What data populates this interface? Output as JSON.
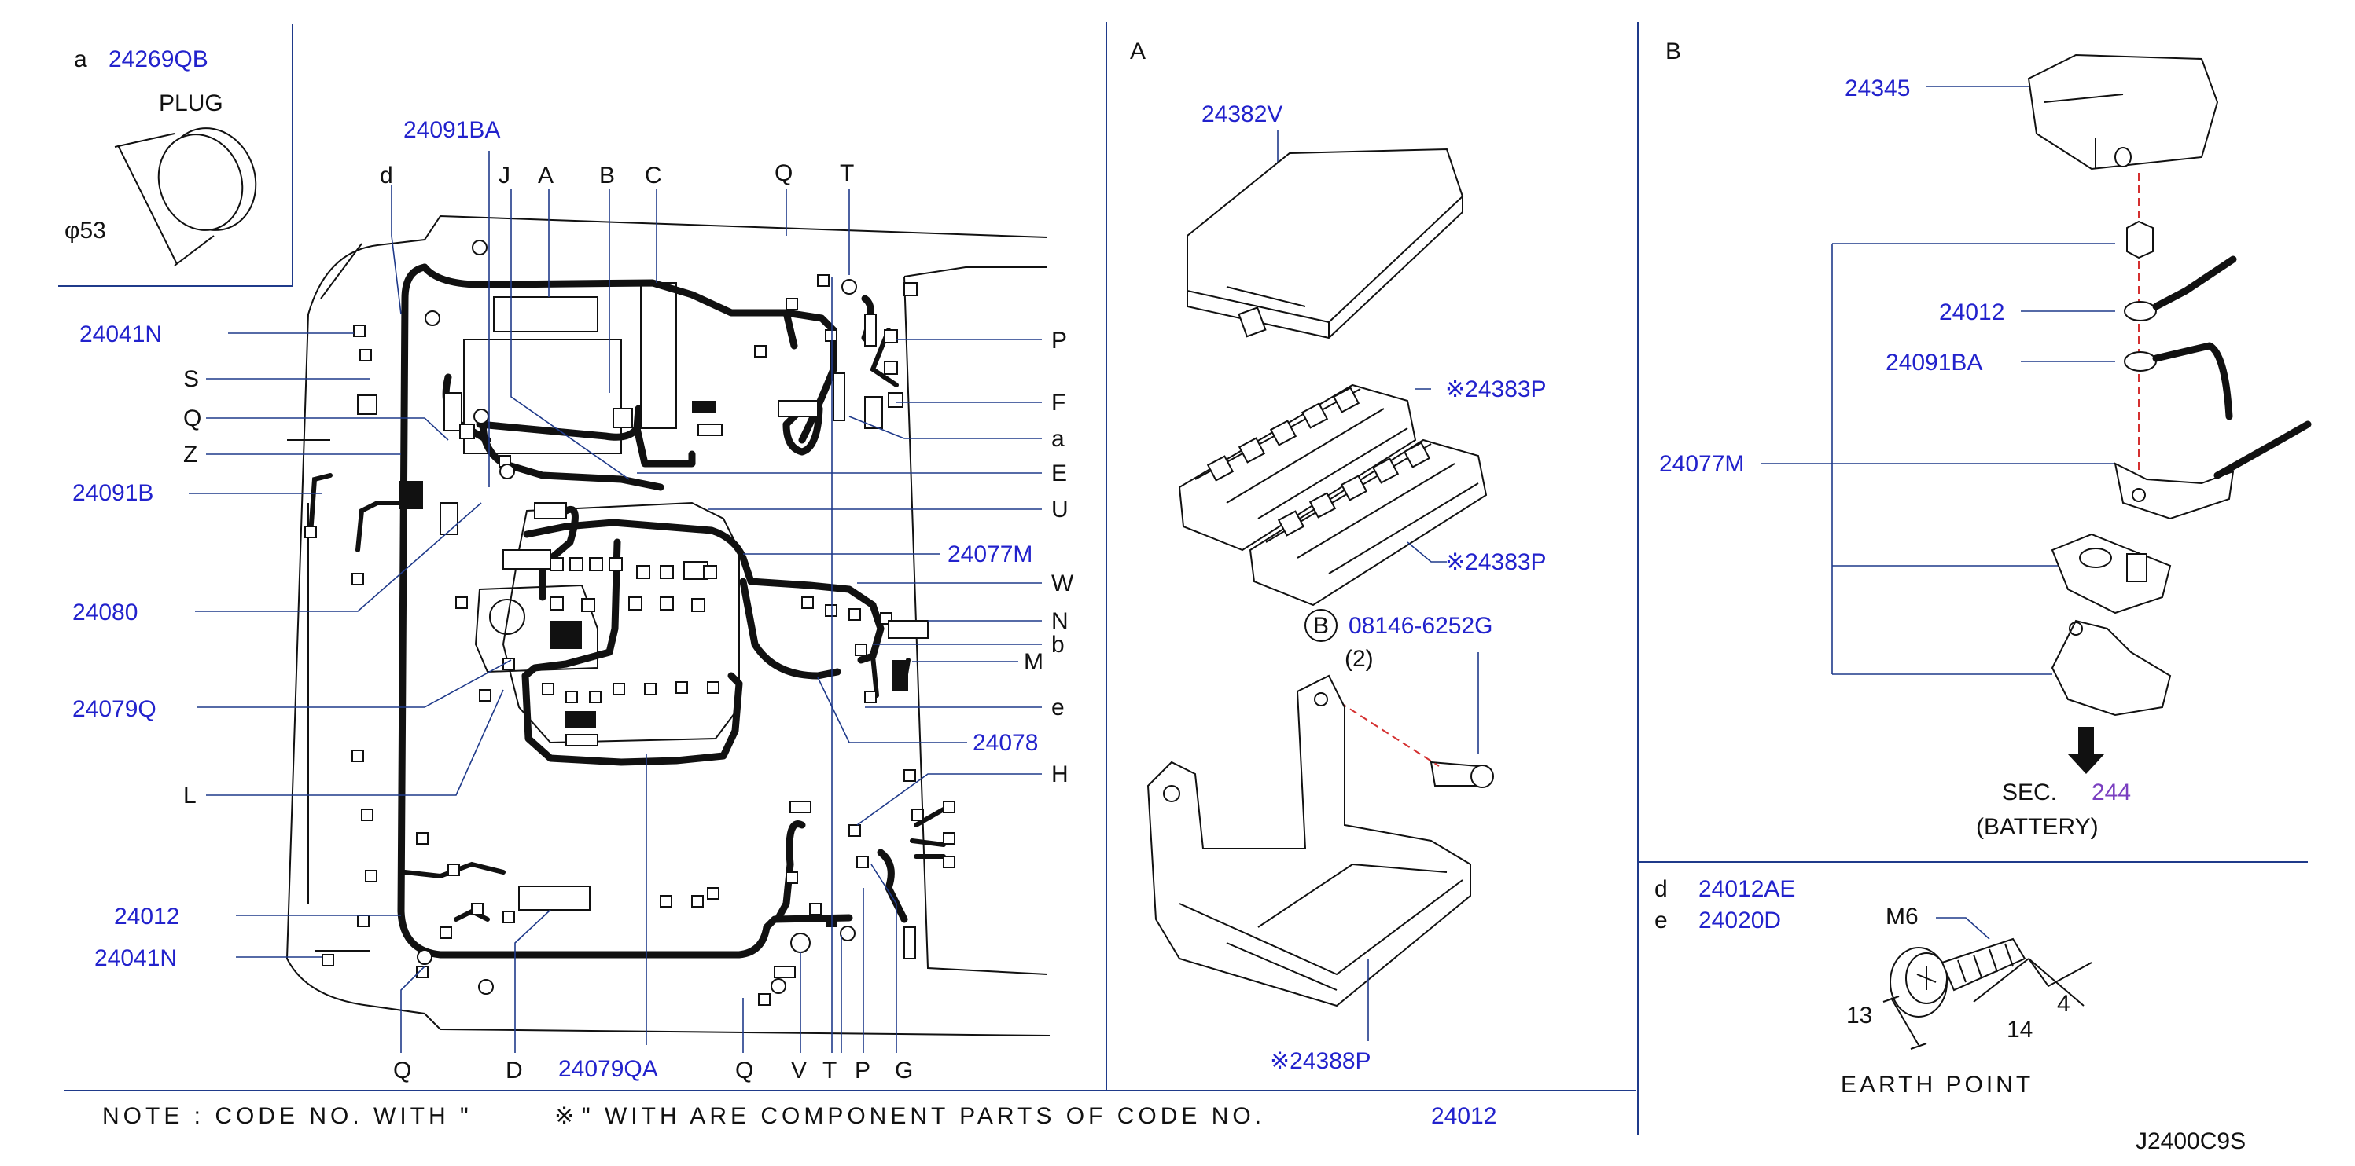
{
  "plug": {
    "letter": "a",
    "code": "24269QB",
    "label": "PLUG",
    "dimension": "φ53"
  },
  "main": {
    "code_top": "24091BA",
    "letters_top": [
      "d",
      "J",
      "A",
      "B",
      "C",
      "Q",
      "T"
    ],
    "left_codes": [
      "24041N",
      "24091B",
      "24080",
      "24079Q",
      "24012",
      "24041N"
    ],
    "left_letters": [
      "S",
      "Q",
      "Z",
      "L"
    ],
    "right_letters": [
      "P",
      "F",
      "a",
      "E",
      "U",
      "W",
      "N",
      "b",
      "M",
      "e",
      "H"
    ],
    "right_codes": [
      "24077M",
      "24078"
    ],
    "bottom_letters": [
      "Q",
      "D",
      "Q",
      "V",
      "T",
      "P",
      "G"
    ],
    "bottom_code": "24079QA"
  },
  "detail_a": {
    "title": "A",
    "cover_code": "24382V",
    "block_code_1": "※24383P",
    "block_code_2": "※24383P",
    "bolt_ref": "B",
    "bolt_code": "08146-6252G",
    "bolt_qty": "(2)",
    "bracket_code": "※24388P"
  },
  "detail_b": {
    "title": "B",
    "codes": [
      "24345",
      "24012",
      "24091BA",
      "24077M"
    ],
    "sec_label": "SEC.",
    "sec_number": "244",
    "battery": "(BATTERY)"
  },
  "earth": {
    "d_letter": "d",
    "d_code": "24012AE",
    "e_letter": "e",
    "e_code": "24020D",
    "thread": "M6",
    "dim_13": "13",
    "dim_14": "14",
    "dim_4": "4",
    "label": "EARTH POINT"
  },
  "note": {
    "prefix": "NOTE : CODE NO. WITH \"",
    "symbol": "※",
    "middle": "\" WITH ARE COMPONENT PARTS OF CODE NO.",
    "code": "24012"
  },
  "drawing_id": "J2400C9S"
}
